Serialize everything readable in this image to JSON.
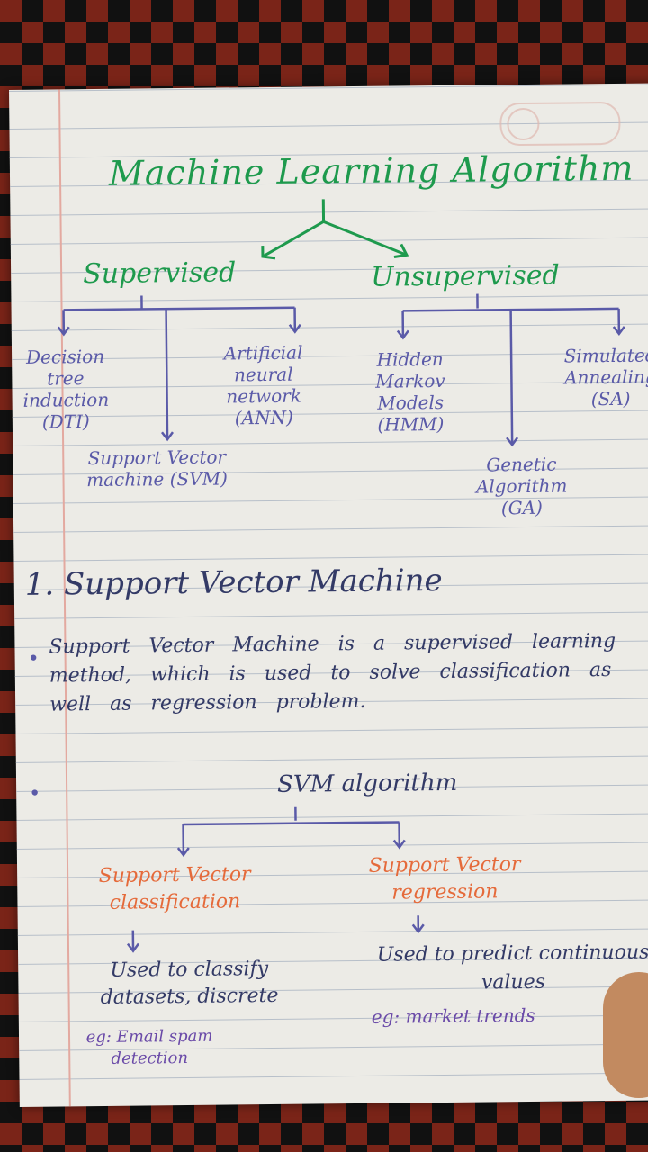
{
  "title": "Machine Learning Algorithm",
  "branches": {
    "supervised": "Supervised",
    "unsupervised": "Unsupervised"
  },
  "supervised_items": [
    "Decision tree induction (DTI)",
    "Support Vector machine (SVM)",
    "Artificial neural network (ANN)"
  ],
  "unsupervised_items": [
    "Hidden Markov Models (HMM)",
    "Genetic Algorithm (GA)",
    "Simulated Annealing (SA)"
  ],
  "section_heading": "1. Support Vector Machine",
  "bullet1": "Support Vector Machine is a supervised learning method, which is used to solve classification as well as regression problem.",
  "svm_algorithm": "SVM algorithm",
  "svm_children": {
    "left": "Support Vector classification",
    "right": "Support Vector regression"
  },
  "left_desc": "Used to classify datasets, discrete",
  "left_example": "eg: Email spam detection",
  "right_desc": "Used to predict continuous values",
  "right_example": "eg: market trends",
  "colors": {
    "green_ink": "#1e9a4d",
    "blue_ink": "#5a5aa8",
    "orange_ink": "#e56a3a",
    "paper": "#ecebe6"
  }
}
